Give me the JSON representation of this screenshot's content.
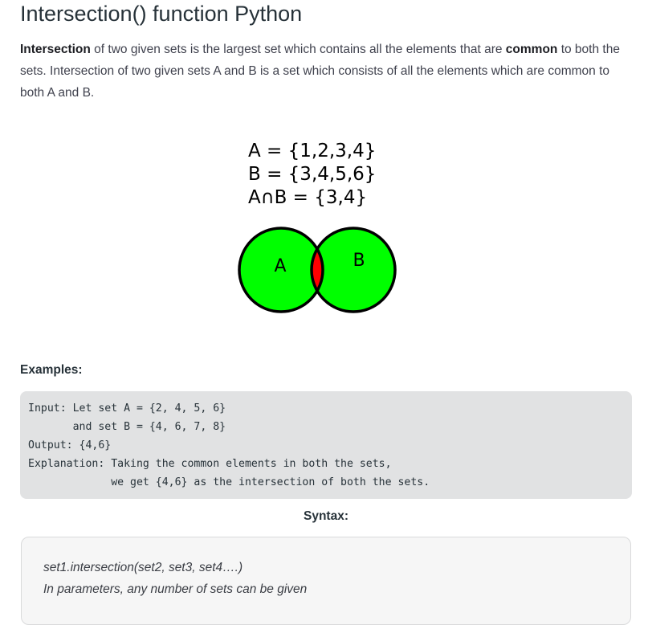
{
  "title": "Intersection() function Python",
  "intro": {
    "term": "Intersection",
    "text1": " of two given sets is the largest set which contains all the elements that are ",
    "emphasis": "common",
    "text2": " to both the sets. Intersection of two given sets A and B is a set which consists of all the elements which are common to both A and B."
  },
  "figure": {
    "line_a": "A = {1,2,3,4}",
    "line_b": "B = {3,4,5,6}",
    "line_ab": "A∩B = {3,4}",
    "label_a": "A",
    "label_b": "B",
    "colors": {
      "circles": "#00ff00",
      "intersection": "#ff0000",
      "outline": "#000000"
    }
  },
  "examples": {
    "heading": "Examples:",
    "code": "Input: Let set A = {2, 4, 5, 6}\n       and set B = {4, 6, 7, 8}\nOutput: {4,6}\nExplanation: Taking the common elements in both the sets,\n             we get {4,6} as the intersection of both the sets."
  },
  "syntax": {
    "heading": "Syntax:",
    "signature": "set1.intersection(set2, set3, set4….)",
    "note": "In parameters, any number of sets can be given"
  }
}
